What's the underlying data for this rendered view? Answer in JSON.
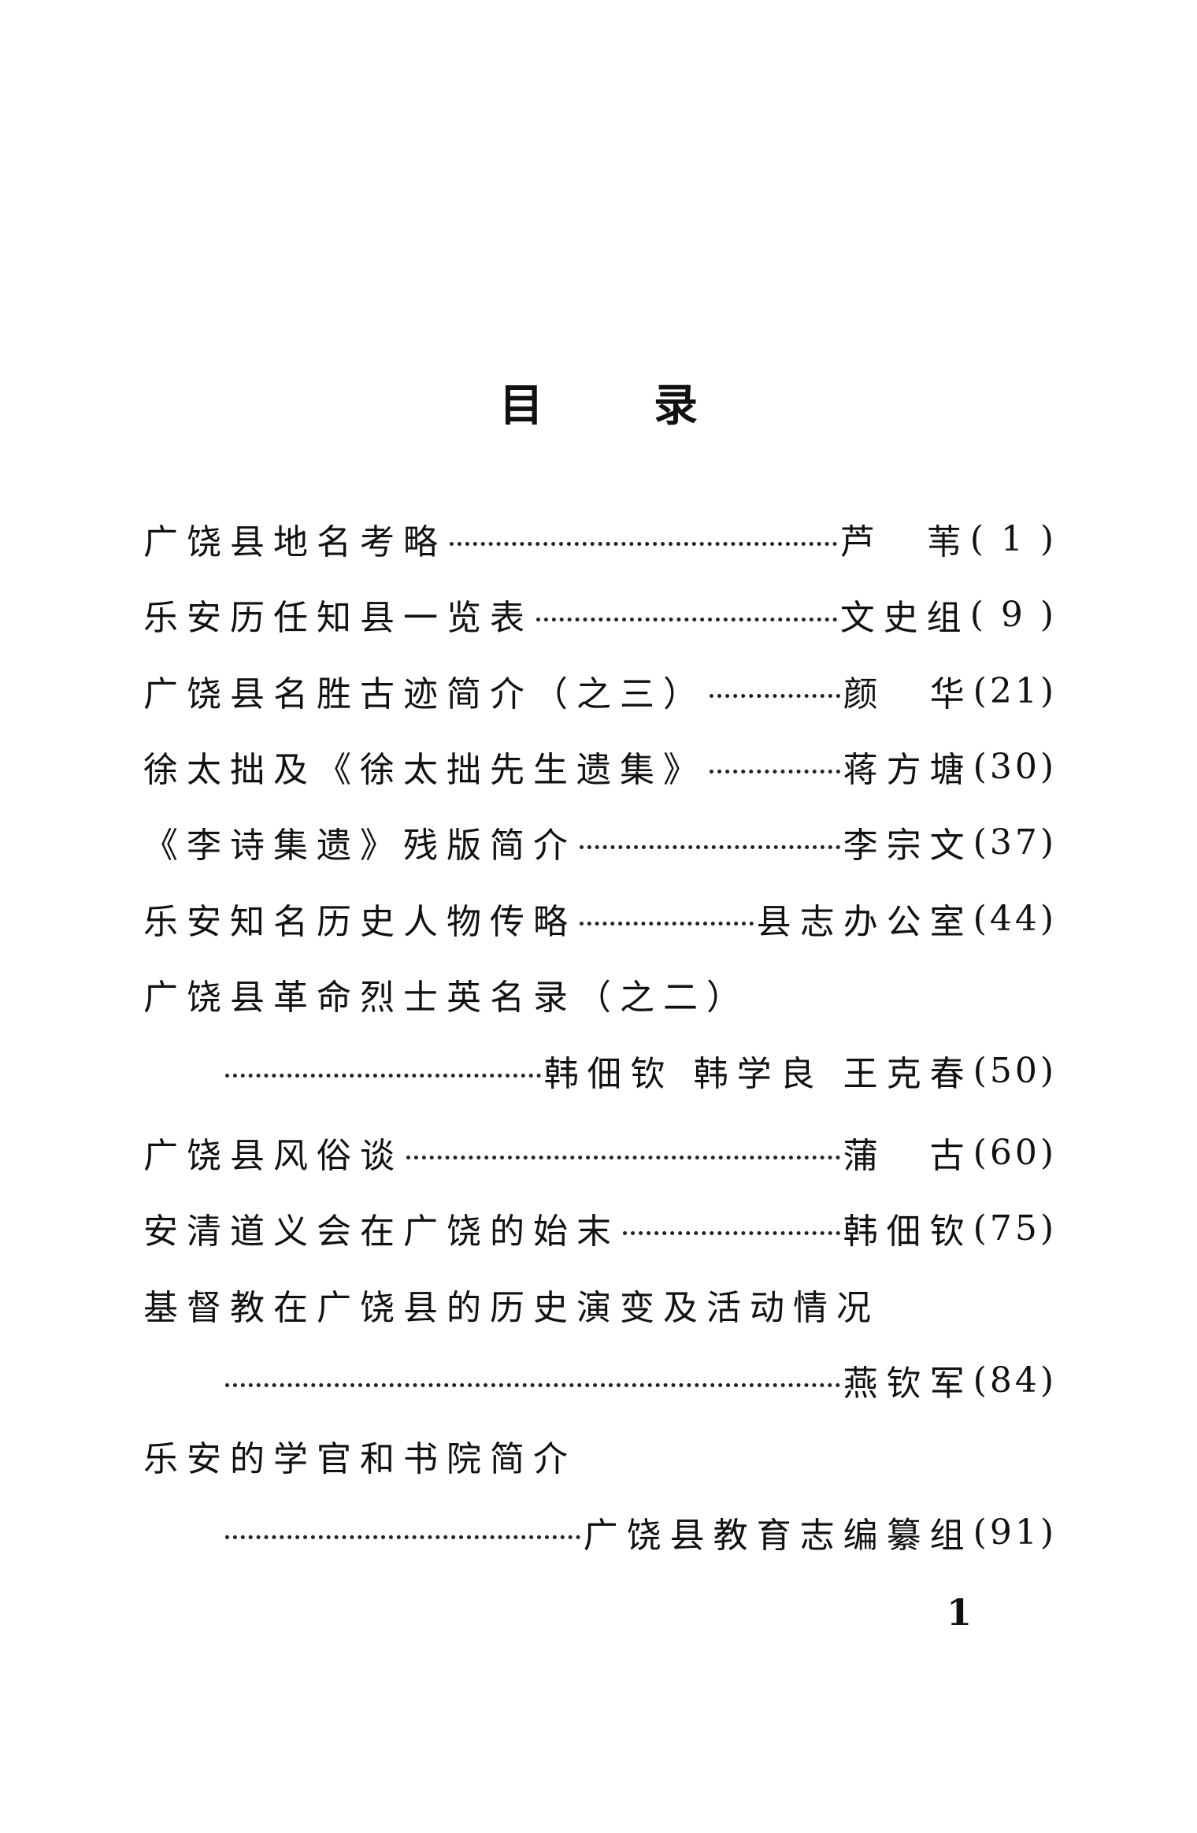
{
  "title": [
    "目",
    "录"
  ],
  "entries": [
    {
      "title": "广饶县地名考略",
      "author": "芦　苇",
      "page": "( 1 )"
    },
    {
      "title": "乐安历任知县一览表",
      "author": "文史组",
      "page": "( 9 )"
    },
    {
      "title": "广饶县名胜古迹简介（之三）",
      "author": "颜　华",
      "page": "(21)"
    },
    {
      "title": "徐太拙及《徐太拙先生遗集》",
      "author": "蒋方塘",
      "page": "(30)"
    },
    {
      "title": "《李诗集遗》残版简介",
      "author": "李宗文",
      "page": "(37)"
    },
    {
      "title": "乐安知名历史人物传略",
      "author": "县志办公室",
      "page": "(44)"
    },
    {
      "title": "广饶县革命烈士英名录（之二）",
      "author": "韩佃钦 韩学良 王克春",
      "page": "(50)"
    },
    {
      "title": "广饶县风俗谈",
      "author": "蒲　古",
      "page": "(60)"
    },
    {
      "title": "安清道义会在广饶的始末",
      "author": "韩佃钦",
      "page": "(75)"
    },
    {
      "title": "基督教在广饶县的历史演变及活动情况",
      "author": "燕钦军",
      "page": "(84)"
    },
    {
      "title": "乐安的学官和书院简介",
      "author": "广饶县教育志编纂组",
      "page": "(91)"
    }
  ],
  "page_number": "1"
}
